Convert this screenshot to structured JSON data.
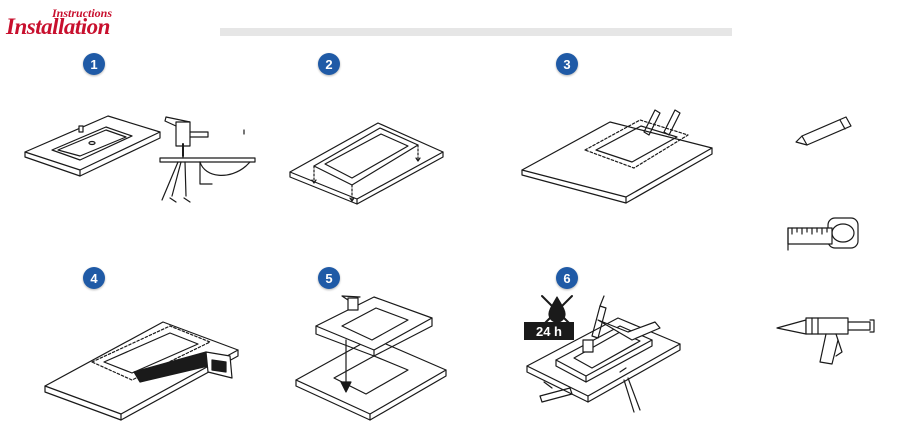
{
  "brand": {
    "line1": "Instructions",
    "line2": "Installation",
    "color": "#c8102e"
  },
  "accent": "#1f5aa6",
  "steps": [
    {
      "number": "1",
      "icons": [
        "countertop-sink-icon",
        "faucet-icon"
      ]
    },
    {
      "number": "2",
      "icons": [
        "sink-outline-icon"
      ]
    },
    {
      "number": "3",
      "icons": [
        "marking-pencils-icon"
      ]
    },
    {
      "number": "4",
      "icons": [
        "handsaw-icon"
      ]
    },
    {
      "number": "5",
      "icons": [
        "place-sink-icon"
      ]
    },
    {
      "number": "6",
      "icons": [
        "no-water-icon",
        "silicone-seal-icon"
      ],
      "cure_time": "24 h"
    }
  ],
  "tools": [
    "pencil-icon",
    "tape-measure-icon",
    "caulking-gun-icon"
  ]
}
